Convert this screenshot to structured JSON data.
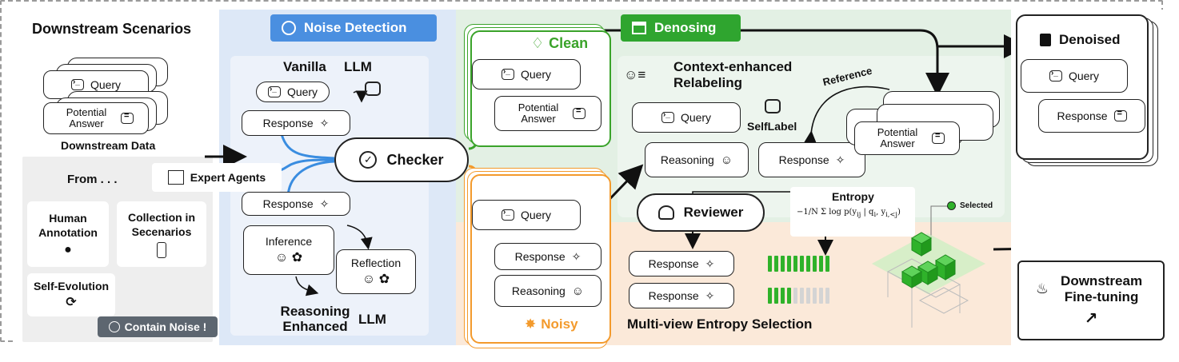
{
  "downstream": {
    "title": "Downstream Scenarios",
    "query": "Query",
    "potential_answer": "Potential Answer",
    "data_label": "Downstream Data",
    "from_label": "From . . .",
    "human_annotation": "Human Annotation",
    "collection": "Collection in Secenarios",
    "self_evolution": "Self-Evolution",
    "contain_noise": "Contain Noise !"
  },
  "noise_detection": {
    "tag": "Noise Detection",
    "vanilla": "Vanilla",
    "llm": "LLM",
    "query": "Query",
    "response": "Response",
    "response2": "Response",
    "expert_agents": "Expert Agents",
    "checker": "Checker",
    "inference": "Inference",
    "reflection": "Reflection",
    "reasoning_enhanced": "Reasoning Enhanced",
    "llm2": "LLM"
  },
  "clean_noisy": {
    "clean": "Clean",
    "clean_query": "Query",
    "clean_answer": "Potential Answer",
    "noisy": "Noisy",
    "noisy_query": "Query",
    "noisy_response": "Response",
    "noisy_reasoning": "Reasoning"
  },
  "denoising": {
    "tag": "Denosing",
    "ctx_title": "Context-enhanced Relabeling",
    "query": "Query",
    "selflabel": "SelfLabel",
    "reasoning": "Reasoning",
    "response": "Response",
    "reference": "Reference",
    "potential_answer": "Potential Answer",
    "reviewer": "Reviewer",
    "entropy": "Entropy",
    "selected": "Selected",
    "resp1": "Response",
    "resp2": "Response",
    "multiview": "Multi-view Entropy Selection"
  },
  "output": {
    "denoised": "Denoised",
    "query": "Query",
    "response": "Response",
    "downstream_ft": "Downstream Fine-tuning"
  },
  "colors": {
    "blue_bg": "#dde8f7",
    "green_bg": "#e3f0e4",
    "peach_bg": "#fbe9d9",
    "gray_bg": "#eeeeee",
    "noise_tag": "#4a8fe0",
    "denoise_tag": "#2fa52f",
    "clean": "#3aa32a",
    "noisy": "#f39a2c",
    "entropy_bar": "#2fb22a"
  }
}
